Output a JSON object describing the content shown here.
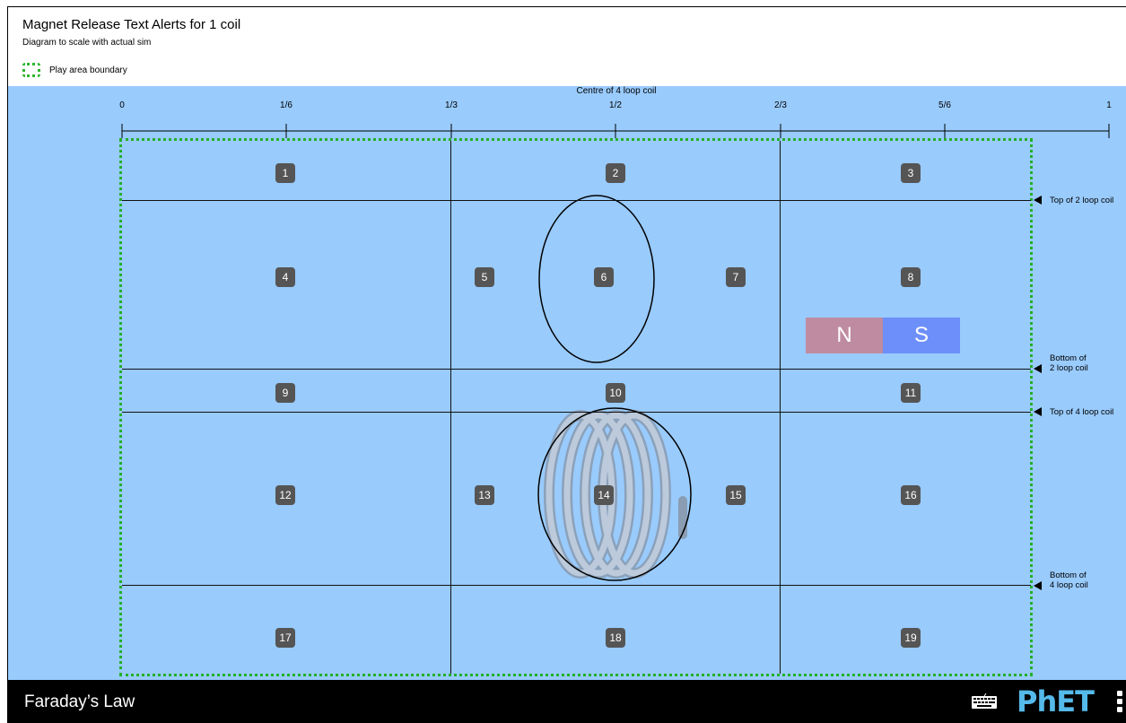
{
  "header": {
    "title": "Magnet Release Text Alerts for 1 coil",
    "subtitle": "Diagram to scale with actual sim",
    "legend_label": "Play area boundary"
  },
  "ruler": {
    "centre_label": "Centre of 4 loop coil",
    "ticks": [
      "0",
      "1/6",
      "1/3",
      "1/2",
      "2/3",
      "5/6",
      "1"
    ]
  },
  "zones": [
    "1",
    "2",
    "3",
    "4",
    "5",
    "6",
    "7",
    "8",
    "9",
    "10",
    "11",
    "12",
    "13",
    "14",
    "15",
    "16",
    "17",
    "18",
    "19"
  ],
  "annotations": {
    "top_2_loop": "Top of 2 loop coil",
    "bottom_2_loop_line1": "Bottom of",
    "bottom_2_loop_line2": "2 loop coil",
    "top_4_loop": "Top of 4 loop coil",
    "bottom_4_loop_line1": "Bottom of",
    "bottom_4_loop_line2": "4 loop coil"
  },
  "magnet": {
    "north": "N",
    "south": "S"
  },
  "footer": {
    "sim_title": "Faraday’s Law",
    "logo": "PhET"
  },
  "colors": {
    "sim_background": "#99cbfd",
    "boundary": "#23b02a",
    "north_pole": "#bf8ba0",
    "south_pole": "#6d8ffa",
    "badge": "#555555",
    "logo": "#55b9ea"
  }
}
